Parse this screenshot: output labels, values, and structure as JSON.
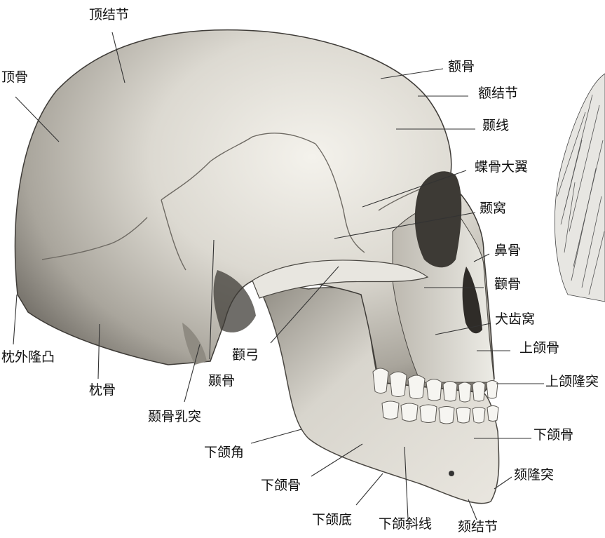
{
  "labels": {
    "parietal_tuber": "顶结节",
    "parietal": "顶骨",
    "frontal": "额骨",
    "frontal_tuber": "额结节",
    "temporal_line": "颞线",
    "greater_wing_sphenoid": "蝶骨大翼",
    "temporal_fossa": "颞窝",
    "nasal": "鼻骨",
    "zygomatic": "颧骨",
    "canine_fossa": "犬齿窝",
    "maxilla": "上颌骨",
    "maxillary_eminence": "上颌隆突",
    "mandible_right": "下颌骨",
    "mental_protuberance": "颏隆突",
    "mental_tubercle": "颏结节",
    "oblique_line": "下颌斜线",
    "mandible_base": "下颌底",
    "mandible_left": "下颌骨",
    "mandible_angle": "下颌角",
    "mastoid_process": "颞骨乳突",
    "temporal": "颞骨",
    "zygomatic_arch": "颧弓",
    "occipital": "枕骨",
    "external_occipital_protuberance": "枕外隆凸"
  },
  "colors": {
    "background": "#ffffff",
    "bone_light": "#f2f0ea",
    "bone_mid": "#b9b6ad",
    "bone_dark": "#5e5b55",
    "leader": "#333333",
    "text": "#111111"
  }
}
